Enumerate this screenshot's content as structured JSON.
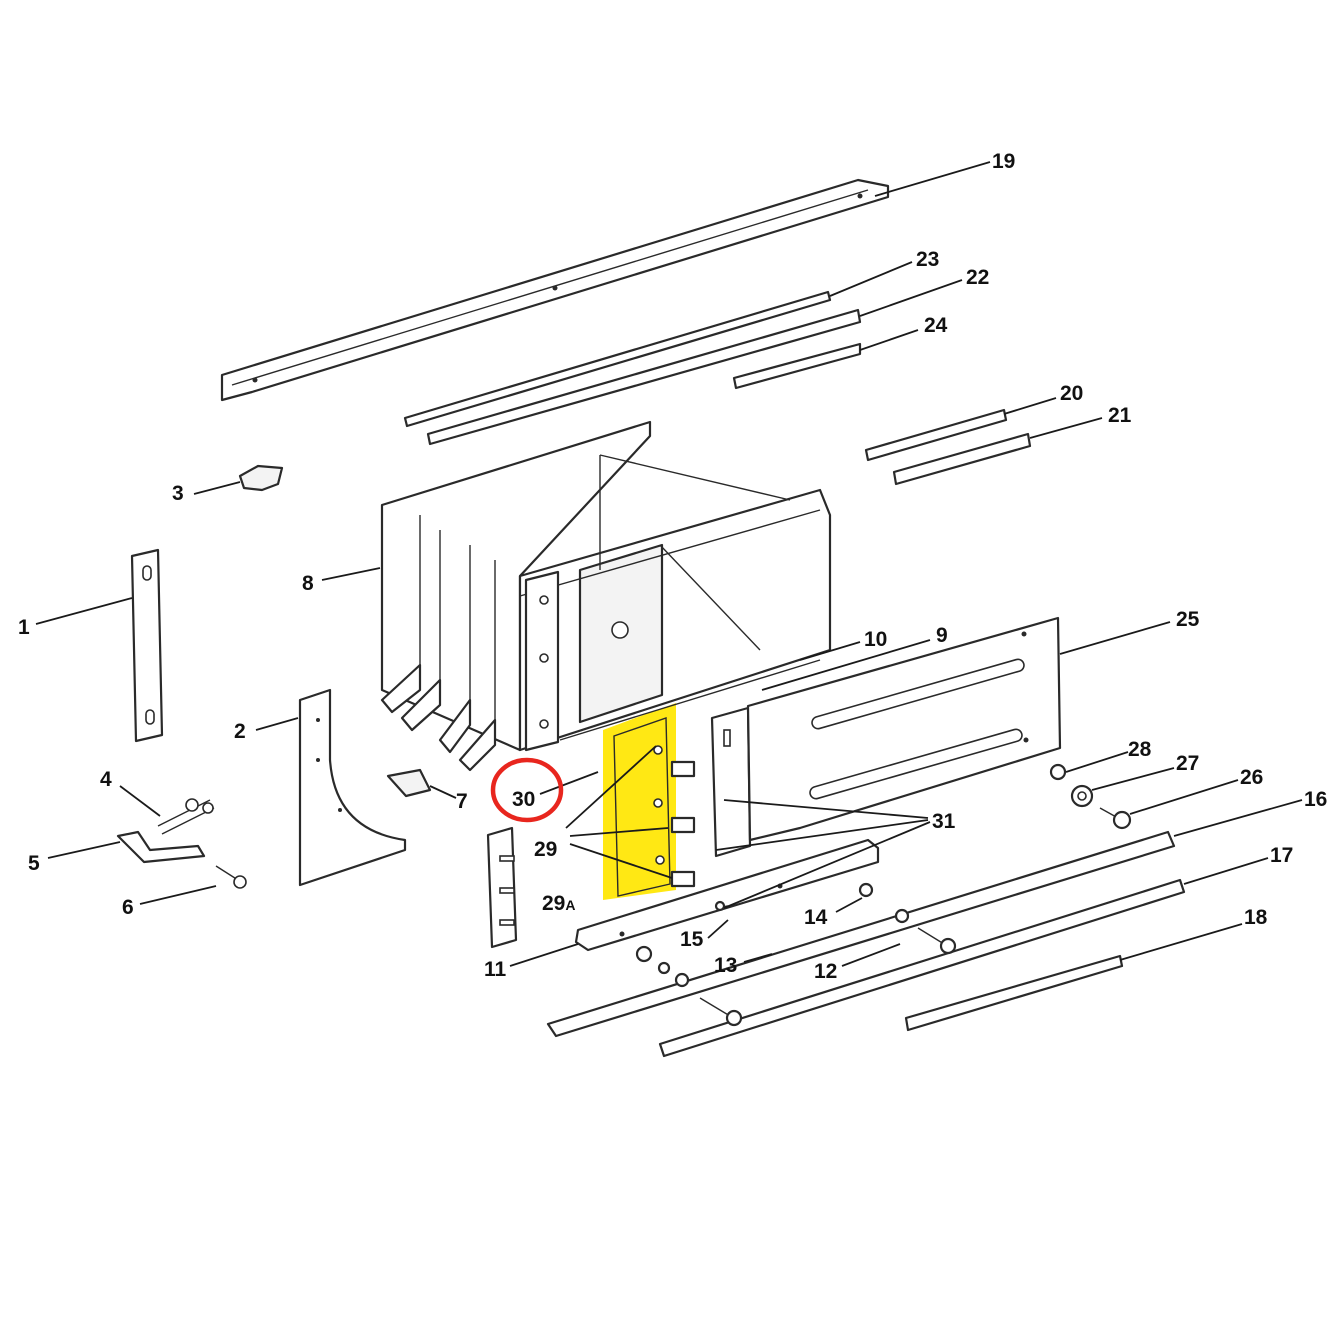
{
  "callouts": {
    "c1": "1",
    "c2": "2",
    "c3": "3",
    "c4": "4",
    "c5": "5",
    "c6": "6",
    "c7": "7",
    "c8": "8",
    "c9": "9",
    "c10": "10",
    "c11": "11",
    "c12": "12",
    "c13": "13",
    "c14": "14",
    "c15": "15",
    "c16": "16",
    "c17": "17",
    "c18": "18",
    "c19": "19",
    "c20": "20",
    "c21": "21",
    "c22": "22",
    "c23": "23",
    "c24": "24",
    "c25": "25",
    "c26": "26",
    "c27": "27",
    "c28": "28",
    "c29": "29",
    "c29a_num": "29",
    "c29a_suffix": "A",
    "c30": "30",
    "c31": "31"
  },
  "annotations": {
    "highlight_color": "#ffe600",
    "circle_color": "#e8261e"
  }
}
